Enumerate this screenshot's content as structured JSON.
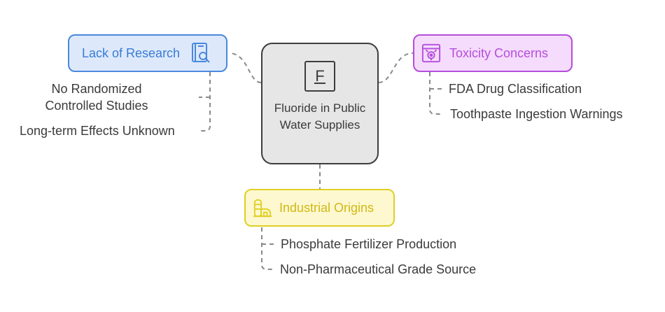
{
  "center": {
    "icon_letter": "F",
    "label": "Fluoride in Public Water Supplies",
    "icon": "letter-f-icon"
  },
  "topics": {
    "research": {
      "label": "Lack of Research",
      "icon": "book-magnifier-icon",
      "color": "#4a88dd",
      "fill": "#dde9fb",
      "items": [
        "No Randomized Controlled Studies",
        "Long-term Effects Unknown"
      ]
    },
    "toxicity": {
      "label": "Toxicity Concerns",
      "icon": "toxic-hazard-icon",
      "color": "#b54ddb",
      "fill": "#f5dbfc",
      "items": [
        "FDA Drug Classification",
        "Toothpaste Ingestion Warnings"
      ]
    },
    "industrial": {
      "label": "Industrial Origins",
      "icon": "factory-silo-icon",
      "color": "#e0cf24",
      "fill": "#fdf8d0",
      "items": [
        "Phosphate Fertilizer Production",
        "Non-Pharmaceutical Grade Source"
      ]
    }
  }
}
